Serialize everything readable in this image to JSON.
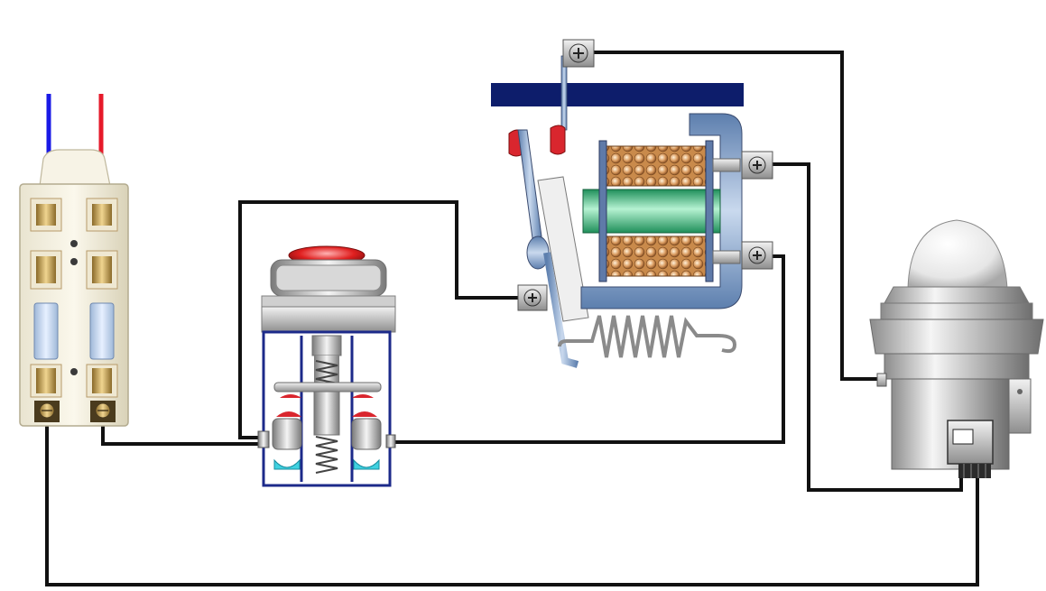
{
  "diagram": {
    "type": "relay-pushbutton-lamp-circuit",
    "components": [
      {
        "id": "fuse-block",
        "kind": "dual fuse holder",
        "terminals": 2
      },
      {
        "id": "pushbutton",
        "kind": "pushbutton switch",
        "button_color": "red"
      },
      {
        "id": "relay",
        "kind": "electromagnetic relay",
        "parts": [
          "coil",
          "armature",
          "return spring",
          "contacts",
          "frame"
        ]
      },
      {
        "id": "indicator-lamp",
        "kind": "pilot lamp",
        "lens_color": "white"
      }
    ],
    "supply_leads": [
      {
        "name": "supply-lead-left",
        "color": "#1a1ae6"
      },
      {
        "name": "supply-lead-right",
        "color": "#e61a2a"
      }
    ],
    "wires": [
      {
        "name": "wire-fuse-left-to-lamp"
      },
      {
        "name": "wire-fuse-right-to-pushbutton"
      },
      {
        "name": "wire-pushbutton-to-armature"
      },
      {
        "name": "wire-pushbutton-to-relay-lower"
      },
      {
        "name": "wire-relay-upper-to-lamp"
      },
      {
        "name": "wire-contact-to-lamp"
      }
    ]
  },
  "colors": {
    "wire": "#111111",
    "contact_red": "#d9262e",
    "busbar_navy": "#0d1d6b",
    "coil_core_green": "#3fc08a",
    "coil_winding_copper": "#c98a4b",
    "frame_steel": "#7f9ec4",
    "switch_body_blue": "#1c2a8a",
    "switch_contact_cyan": "#3fd1e0"
  }
}
